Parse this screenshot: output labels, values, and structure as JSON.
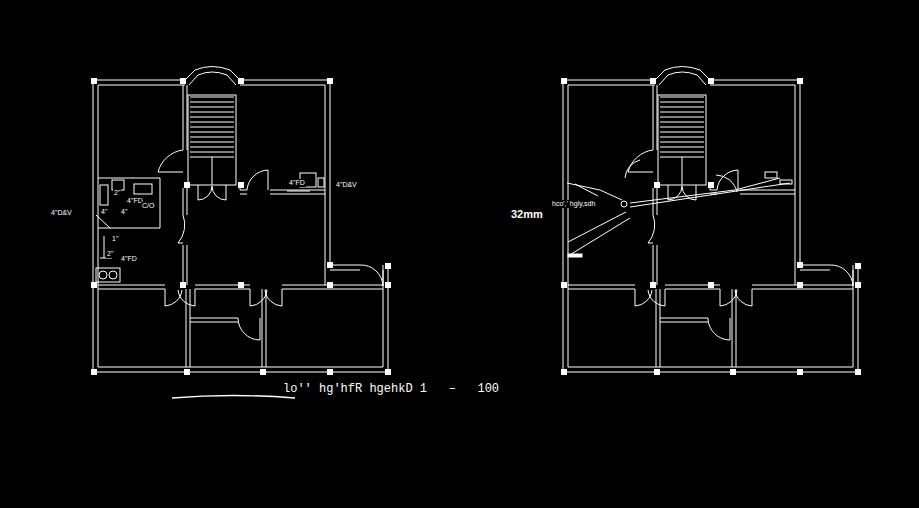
{
  "diagram": {
    "caption": "lo'' hg'hfR hgehkD 1   –   100",
    "labels": [
      "4\"D&V",
      "4\"D&V",
      "4\"FD",
      "2\"",
      "4\"FD",
      "C/O",
      "4\"",
      "4\"",
      "1\"",
      "2\"",
      "4\"FD",
      "32mm",
      "hco',' hgly,sdh"
    ]
  }
}
